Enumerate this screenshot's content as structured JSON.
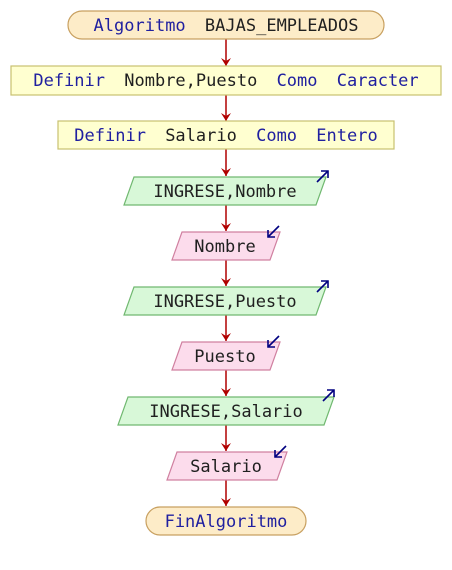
{
  "algorithm_header": {
    "keyword": "Algoritmo",
    "name": "BAJAS_EMPLEADOS"
  },
  "define_name_position": {
    "keyword": "Definir",
    "vars": "Nombre,Puesto",
    "como": "Como",
    "type": "Caracter"
  },
  "define_salary": {
    "keyword": "Definir",
    "vars": "Salario",
    "como": "Como",
    "type": "Entero"
  },
  "steps": [
    {
      "kind": "output",
      "text": "INGRESE,Nombre",
      "icon": "output-arrow-icon"
    },
    {
      "kind": "input",
      "text": "Nombre",
      "icon": "input-arrow-icon"
    },
    {
      "kind": "output",
      "text": "INGRESE,Puesto",
      "icon": "output-arrow-icon"
    },
    {
      "kind": "input",
      "text": "Puesto",
      "icon": "input-arrow-icon"
    },
    {
      "kind": "output",
      "text": "INGRESE,Salario",
      "icon": "output-arrow-icon"
    },
    {
      "kind": "input",
      "text": "Salario",
      "icon": "input-arrow-icon"
    }
  ],
  "end": {
    "text": "FinAlgoritmo"
  },
  "colors": {
    "keyword": "#2020a0",
    "text": "#202020",
    "terminal_fill": "#fdecc8",
    "terminal_stroke": "#c8a060",
    "definition_fill": "#ffffd0",
    "definition_stroke": "#c8c070",
    "output_fill": "#d8f8d8",
    "output_stroke": "#70b870",
    "input_fill": "#fcdcec",
    "input_stroke": "#d080a0",
    "connector": "#b00000",
    "io_icon": "#000080"
  }
}
